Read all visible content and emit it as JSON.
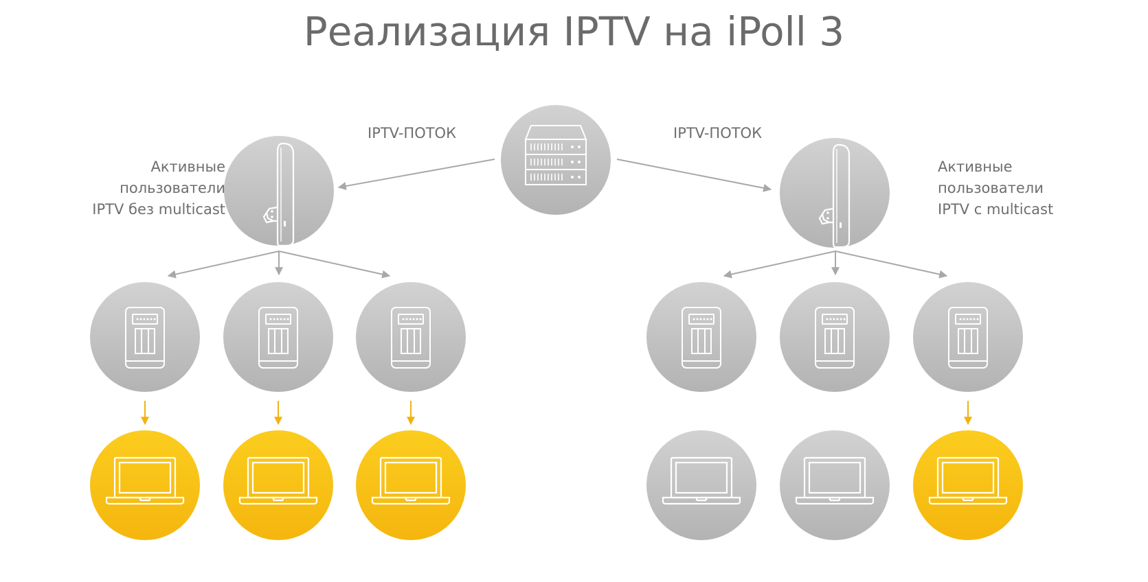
{
  "title": "Реализация IPTV на iPoll 3",
  "stream_label_left": "IPTV-ПОТОК",
  "stream_label_right": "IPTV-ПОТОК",
  "left_group": {
    "caption": [
      "Активные",
      "пользователи",
      "IPTV без multicast"
    ],
    "clients_active": [
      true,
      true,
      true
    ]
  },
  "right_group": {
    "caption": [
      "Активные",
      "пользователи",
      "IPTV с multicast"
    ],
    "clients_active": [
      false,
      false,
      true
    ]
  },
  "icons": {
    "server": "server-rack-icon",
    "access_point": "access-point-icon",
    "cpe": "cpe-radio-icon",
    "laptop": "laptop-icon"
  },
  "colors": {
    "gray_node": "#bdbdbd",
    "yellow_node": "#f7bd14",
    "gray_arrow": "#a8a8a8",
    "yellow_arrow": "#f2b20f",
    "text": "#6e6e6e"
  }
}
